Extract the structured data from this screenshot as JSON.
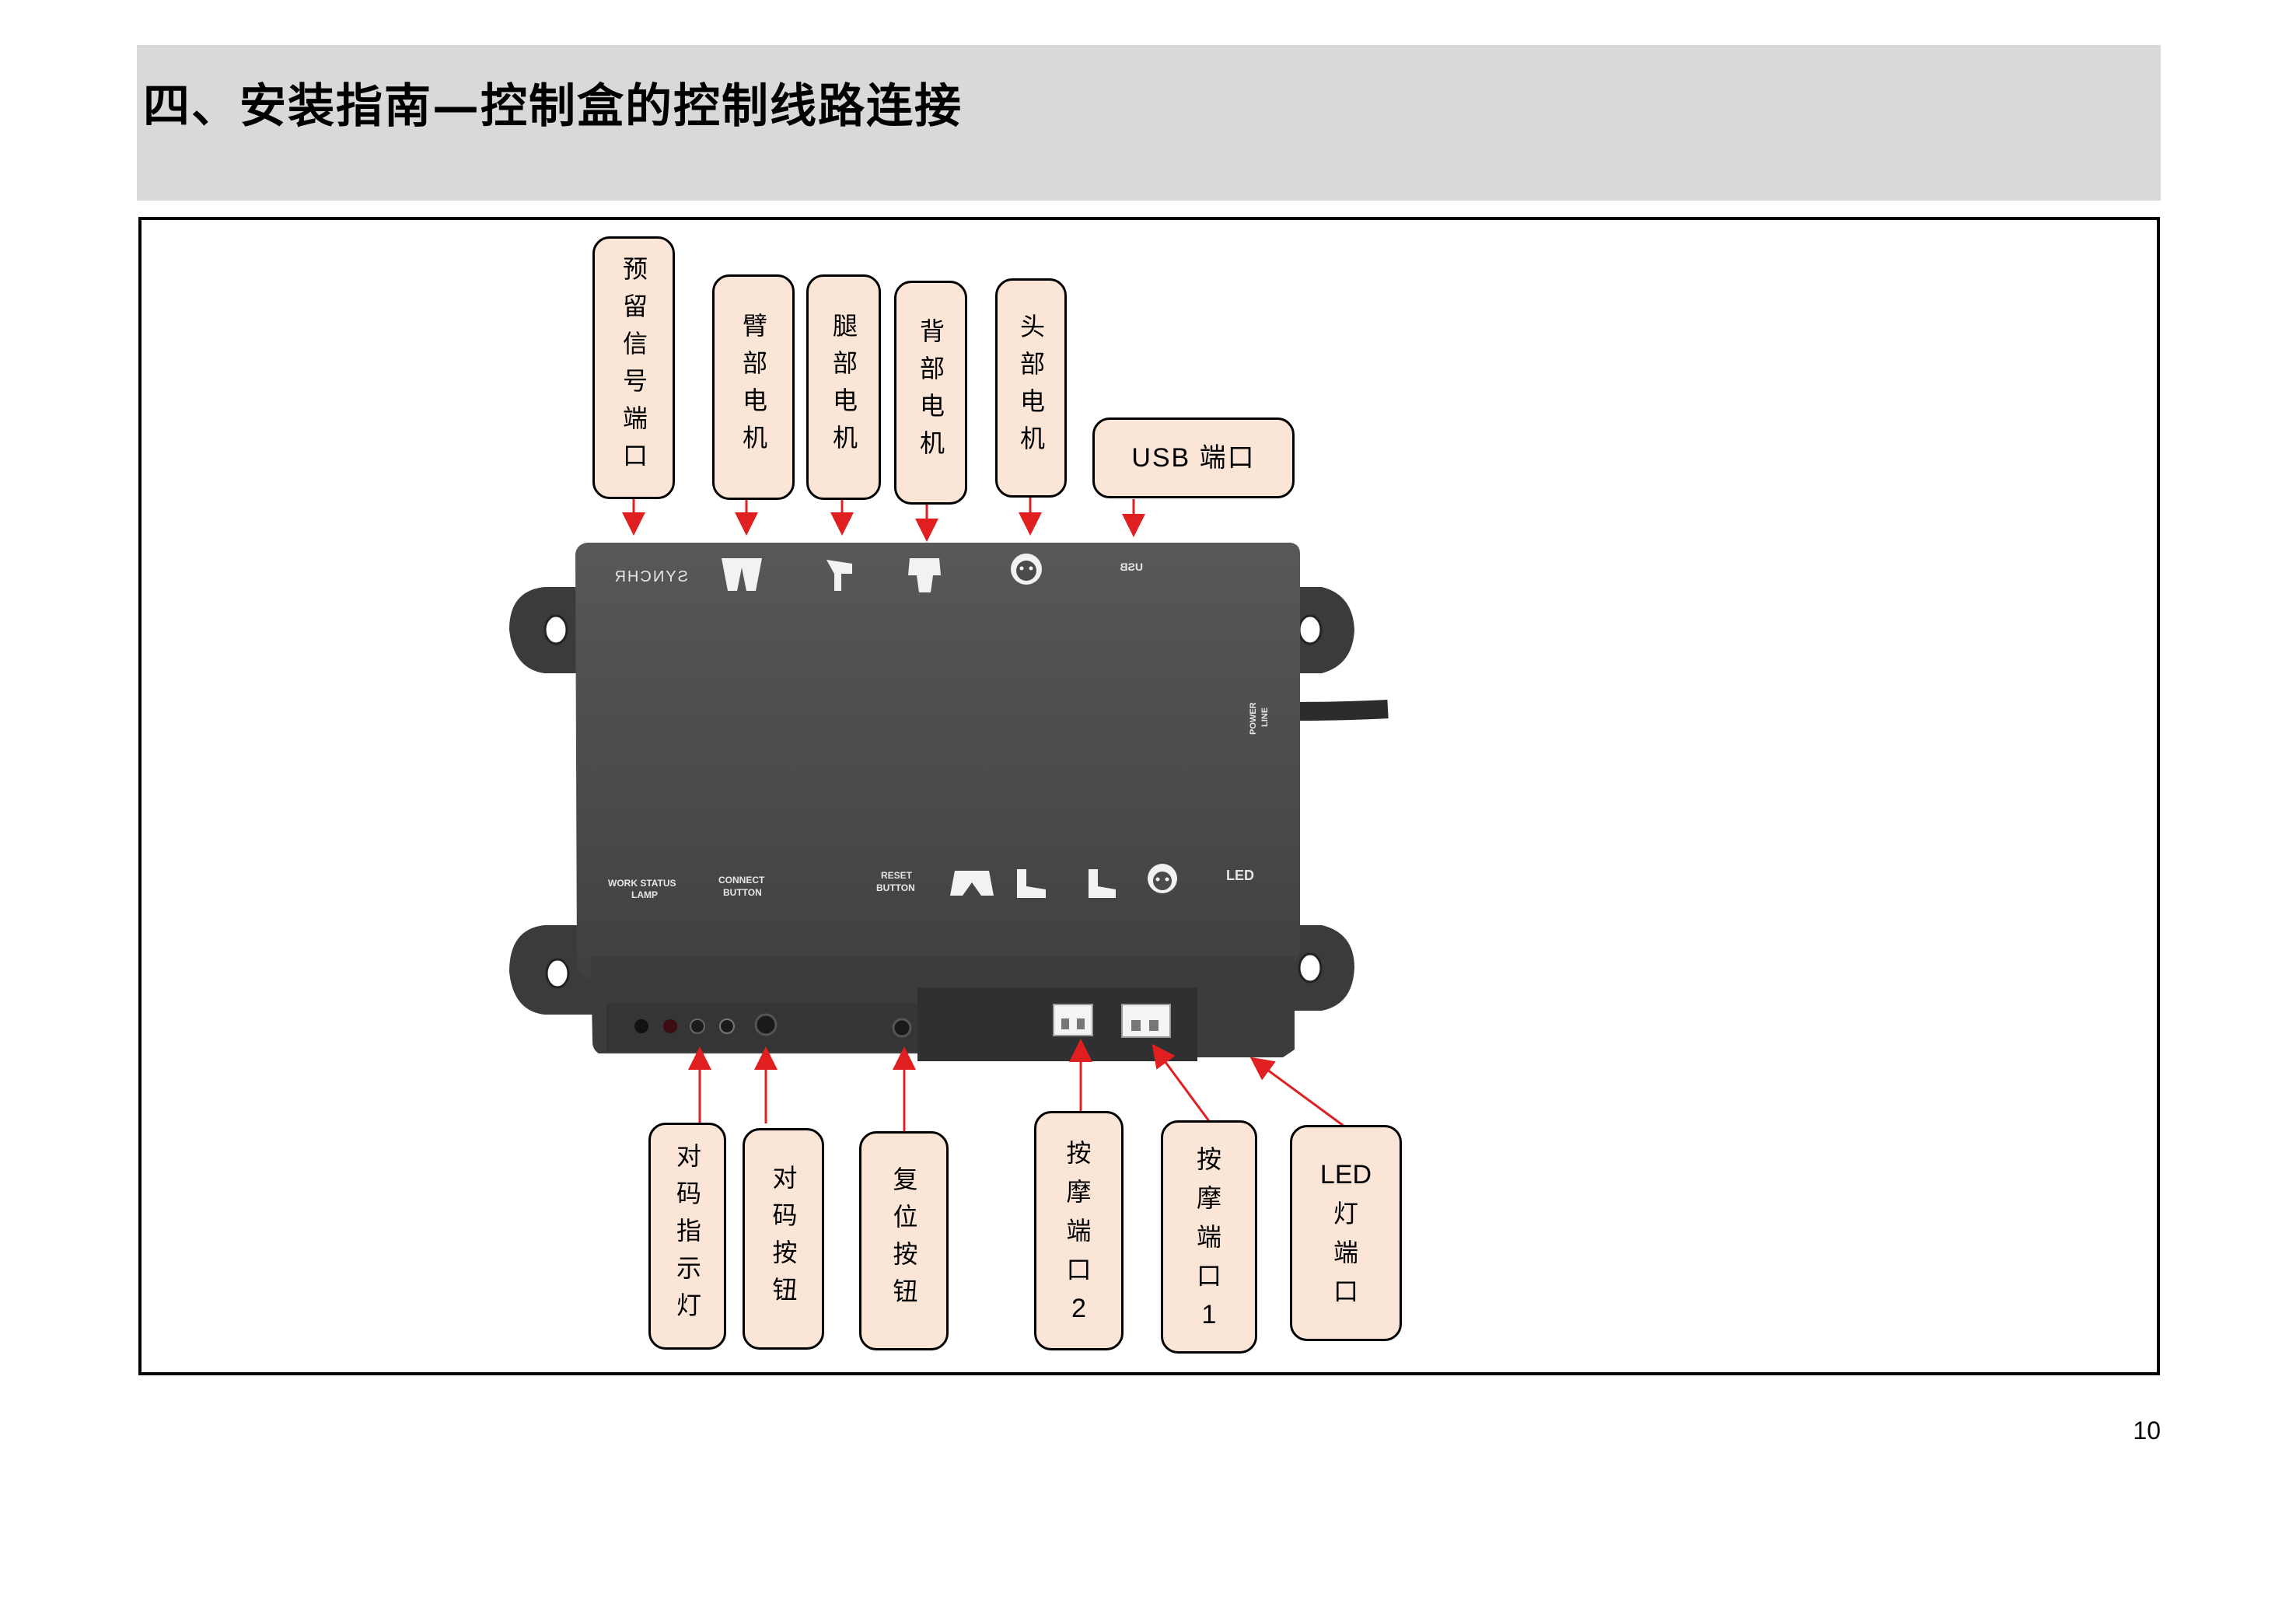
{
  "header": {
    "title": "四、安装指南—控制盒的控制线路连接"
  },
  "labels_top": {
    "synchr": "预留信号端口",
    "arm": "臂部电机",
    "leg": "腿部电机",
    "back": "背部电机",
    "head": "头部电机",
    "usb": "USB 端口"
  },
  "labels_bottom": {
    "pair_lamp": "对码指示灯",
    "pair_button": "对码按钮",
    "reset_button": "复位按钮",
    "massage2": [
      "按",
      "摩",
      "端",
      "口",
      "2"
    ],
    "massage1": [
      "按",
      "摩",
      "端",
      "口",
      "1"
    ],
    "led": [
      "LED",
      "灯",
      "端",
      "口"
    ]
  },
  "device": {
    "synchr": "SYNCHR",
    "usb": "USB",
    "power_line": [
      "POWER",
      "LINE"
    ],
    "work_status": [
      "WORK STATUS",
      "LAMP"
    ],
    "connect": [
      "CONNECT",
      "BUTTON"
    ],
    "reset": [
      "RESET",
      "BUTTON"
    ],
    "led": "LED"
  },
  "colors": {
    "arrow": "#e02020",
    "label_fill": "#fbe5d6",
    "header_bg": "#d9d9d9",
    "device_body": "#4a4b4d"
  },
  "page_number": "10"
}
